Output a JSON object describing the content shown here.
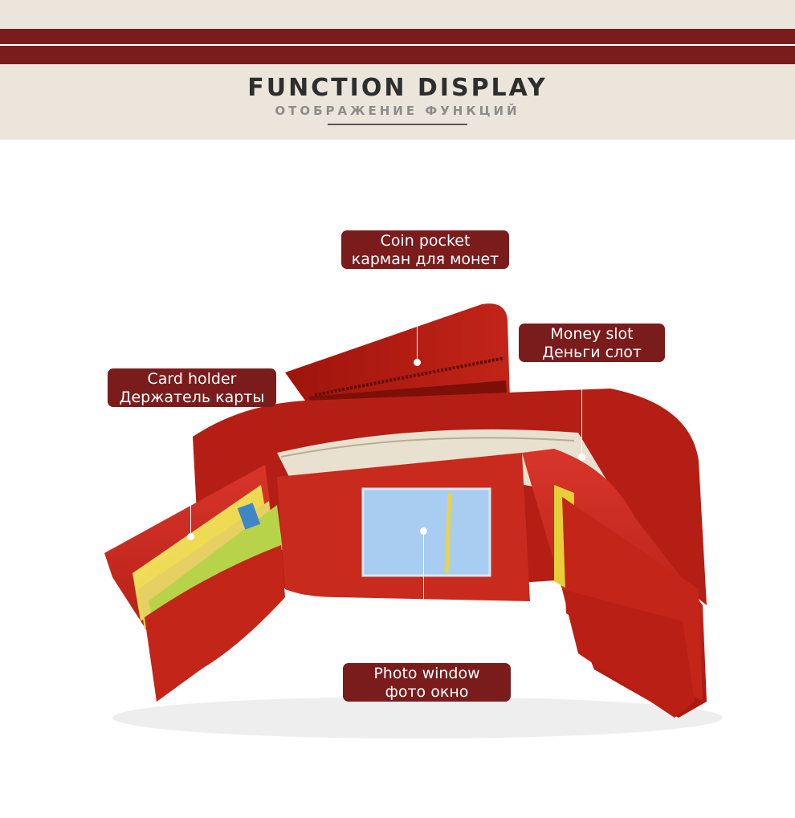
{
  "header": {
    "title": "FUNCTION DISPLAY",
    "subtitle": "ОТОБРАЖЕНИЕ ФУНКЦИЙ"
  },
  "callouts": {
    "coin_pocket": {
      "en": "Coin pocket",
      "ru": "карман для монет"
    },
    "money_slot": {
      "en": "Money slot",
      "ru": "Деньги слот"
    },
    "card_holder": {
      "en": "Card holder",
      "ru": "Держатель карты"
    },
    "photo_window": {
      "en": "Photo window",
      "ru": "фото окно"
    }
  },
  "colors": {
    "brand": "#7a1c1c",
    "header_bg": "#ece5dc",
    "wallet_red": "#c8281e"
  }
}
